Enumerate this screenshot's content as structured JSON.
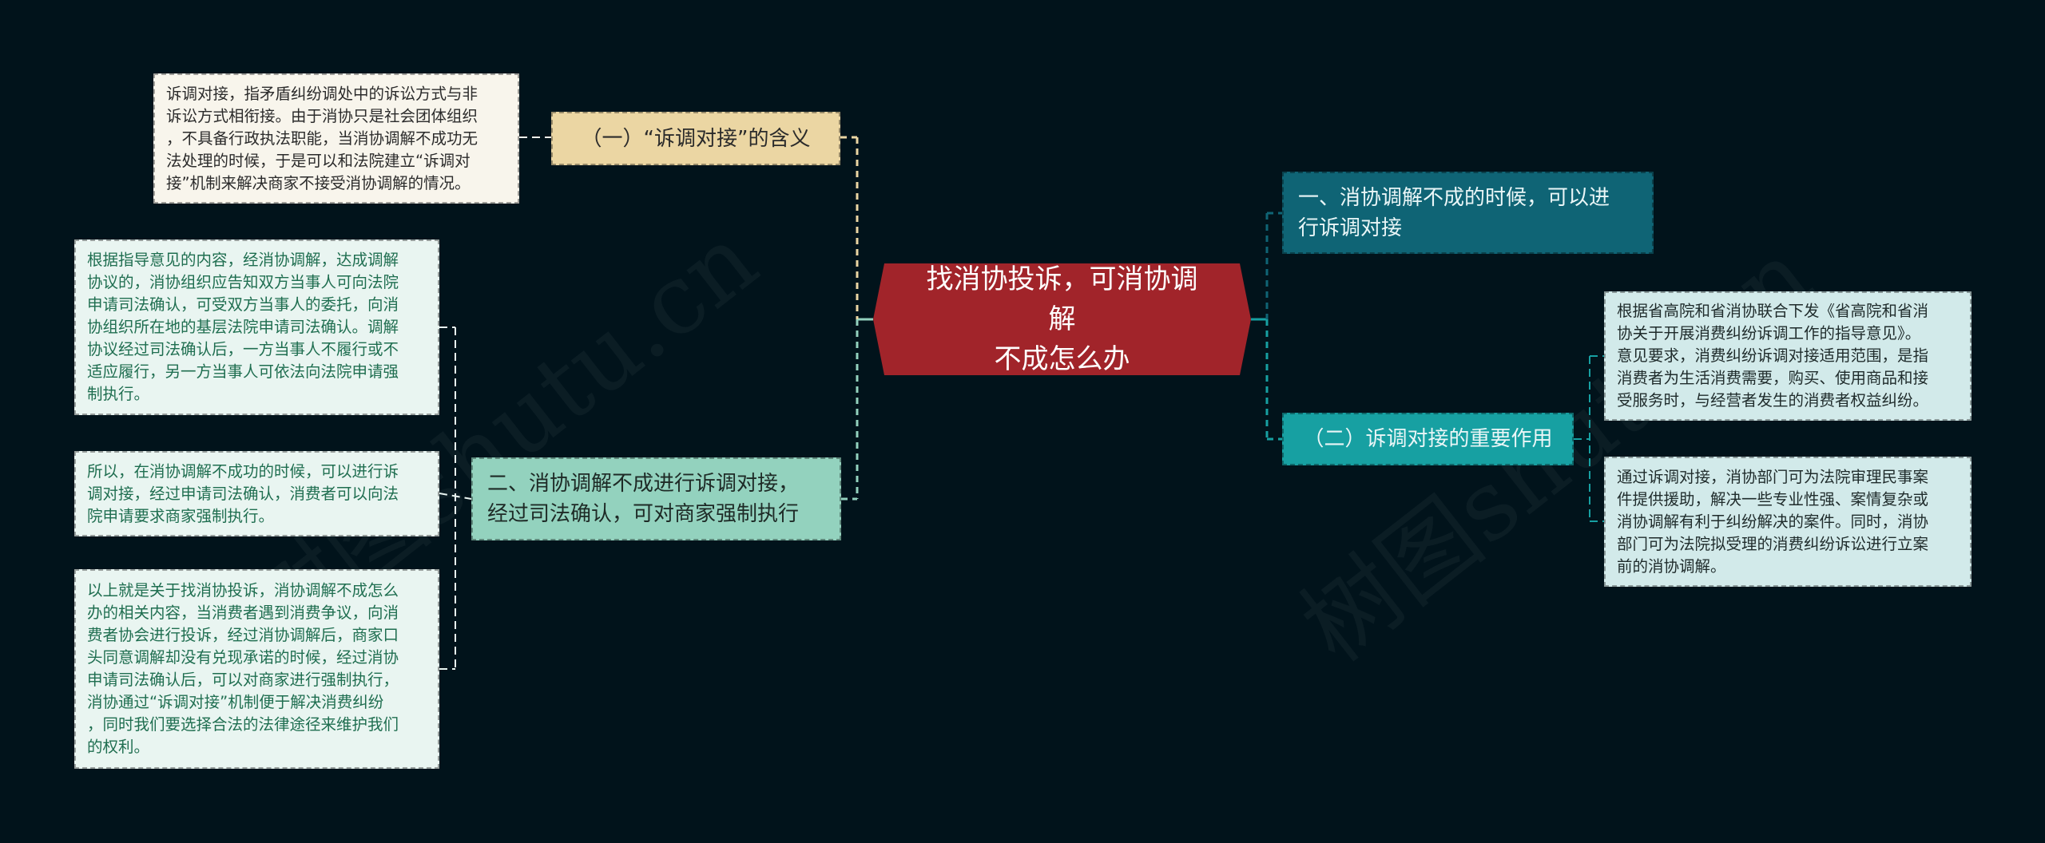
{
  "colors": {
    "background": "#01131b",
    "center": "#a1242a",
    "beige_node": "#ebd6a3",
    "beige_leaf": "#f8f5ec",
    "mint_node": "#93d2be",
    "mint_leaf": "#e9f5f1",
    "teal_dark_node": "#0f6475",
    "teal_node": "#17a0a2",
    "teal_leaf": "#d2eaea"
  },
  "watermark": {
    "left": "树图shutu.cn",
    "right": "树图shutu.cn"
  },
  "center": {
    "line1": "找消协投诉，可消协调解",
    "line2": "不成怎么办"
  },
  "left": {
    "branch1": {
      "label": "（一）“诉调对接”的含义",
      "leaf": [
        "诉调对接，指矛盾纠纷调处中的诉讼方式与非",
        "诉讼方式相衔接。由于消协只是社会团体组织",
        "，不具备行政执法职能，当消协调解不成功无",
        "法处理的时候，于是可以和法院建立“诉调对",
        "接”机制来解决商家不接受消协调解的情况。"
      ]
    },
    "branch2": {
      "label_line1": "二、消协调解不成进行诉调对接，",
      "label_line2": "经过司法确认，可对商家强制执行",
      "leaves": [
        [
          "根据指导意见的内容，经消协调解，达成调解",
          "协议的，消协组织应告知双方当事人可向法院",
          "申请司法确认，可受双方当事人的委托，向消",
          "协组织所在地的基层法院申请司法确认。调解",
          "协议经过司法确认后，一方当事人不履行或不",
          "适应履行，另一方当事人可依法向法院申请强",
          "制执行。"
        ],
        [
          "所以，在消协调解不成功的时候，可以进行诉",
          "调对接，经过申请司法确认，消费者可以向法",
          "院申请要求商家强制执行。"
        ],
        [
          "以上就是关于找消协投诉，消协调解不成怎么",
          "办的相关内容，当消费者遇到消费争议，向消",
          "费者协会进行投诉，经过消协调解后，商家口",
          "头同意调解却没有兑现承诺的时候，经过消协",
          "申请司法确认后，可以对商家进行强制执行，",
          "消协通过“诉调对接”机制便于解决消费纠纷",
          "，同时我们要选择合法的法律途径来维护我们",
          "的权利。"
        ]
      ]
    }
  },
  "right": {
    "branch1": {
      "label_line1": "一、消协调解不成的时候，可以进",
      "label_line2": "行诉调对接"
    },
    "branch2": {
      "label": "（二）诉调对接的重要作用",
      "leaves": [
        [
          "根据省高院和省消协联合下发《省高院和省消",
          "协关于开展消费纠纷诉调工作的指导意见》。",
          "意见要求，消费纠纷诉调对接适用范围，是指",
          "消费者为生活消费需要，购买、使用商品和接",
          "受服务时，与经营者发生的消费者权益纠纷。"
        ],
        [
          "通过诉调对接，消协部门可为法院审理民事案",
          "件提供援助，解决一些专业性强、案情复杂或",
          "消协调解有利于纠纷解决的案件。同时，消协",
          "部门可为法院拟受理的消费纠纷诉讼进行立案",
          "前的消协调解。"
        ]
      ]
    }
  }
}
